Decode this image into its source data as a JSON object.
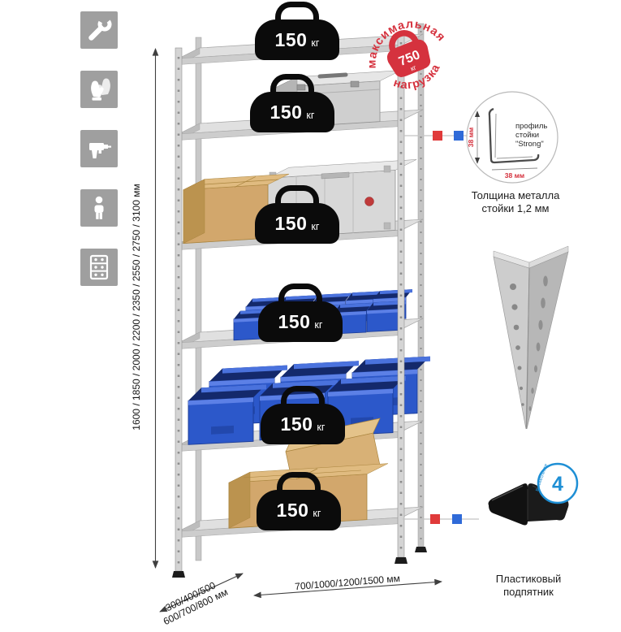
{
  "sidebar": {
    "items": [
      {
        "icon": "wrench"
      },
      {
        "icon": "gloves"
      },
      {
        "icon": "drill"
      },
      {
        "icon": "person"
      },
      {
        "icon": "rack"
      }
    ]
  },
  "load_badge": {
    "value": "150",
    "unit": "кг"
  },
  "stamp": {
    "arc_top": "максимальная",
    "arc_bottom": "нагрузка",
    "value": "750",
    "unit": "кг",
    "color": "#d5323e"
  },
  "dimensions": {
    "height": "1600 / 1850 / 2000 / 2200 / 2350 / 2550 / 2750 / 3100 мм",
    "depth_line1": "300/400/500",
    "depth_line2": "600/700/800 мм",
    "width": "700/1000/1200/1500 мм"
  },
  "profile": {
    "dim_side": "38 мм",
    "dim_bottom": "38 мм",
    "label_line1": "профиль",
    "label_line2": "стойки",
    "label_line3": "\"Strong\"",
    "caption": "Толщина металла стойки 1,2 мм"
  },
  "foot": {
    "badge_value": "4",
    "badge_text": "в комплекте",
    "caption": "Пластиковый подпятник"
  }
}
